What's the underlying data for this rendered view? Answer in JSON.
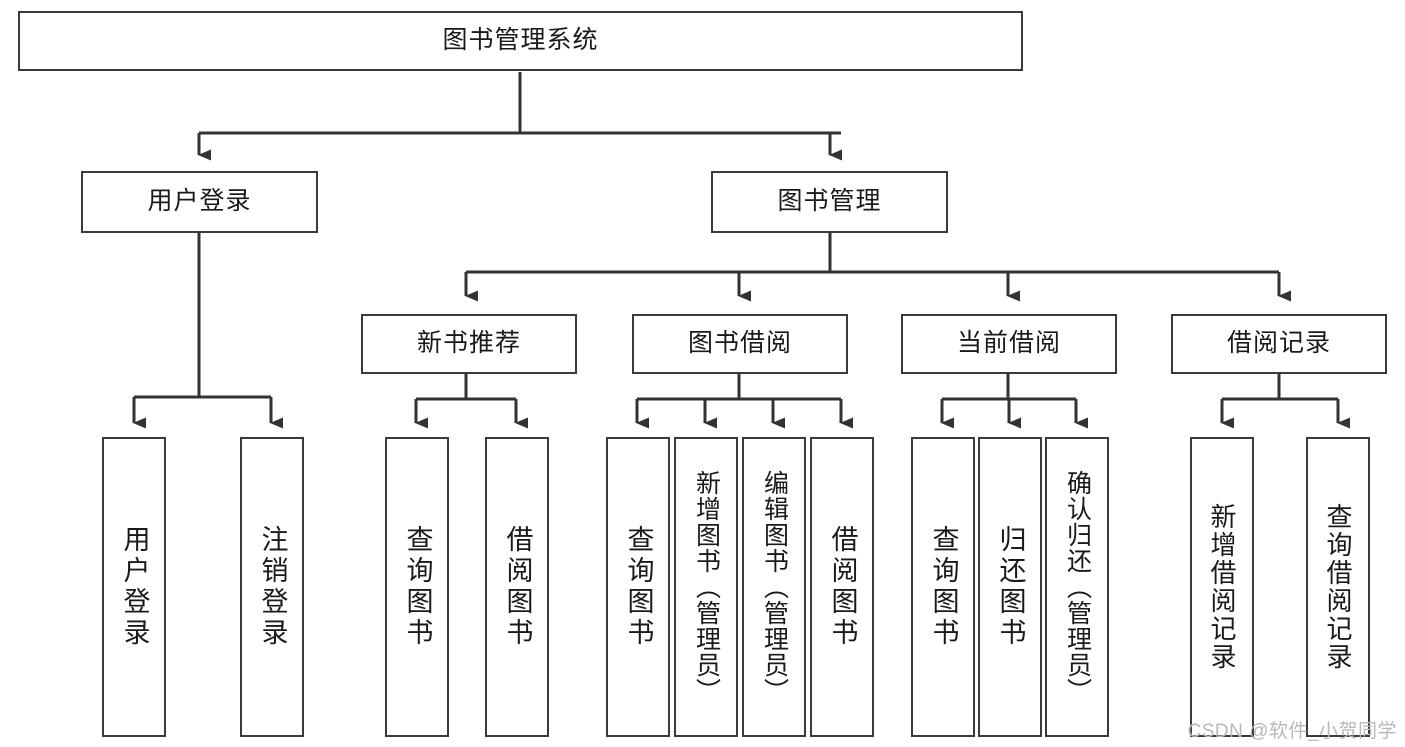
{
  "diagram": {
    "title": "图书管理系统",
    "type": "hierarchy-tree",
    "watermark": "CSDN @软件_小贺同学",
    "colors": {
      "box_border": "#3a3a3a",
      "box_fill": "#ffffff",
      "edge": "#333333",
      "text": "#1a1a1a",
      "watermark": "#b8b8b8"
    },
    "root": {
      "label": "图书管理系统"
    },
    "level2": [
      {
        "label": "用户登录"
      },
      {
        "label": "图书管理"
      }
    ],
    "level3": [
      {
        "label": "新书推荐"
      },
      {
        "label": "图书借阅"
      },
      {
        "label": "当前借阅"
      },
      {
        "label": "借阅记录"
      }
    ],
    "leaves": {
      "user_login": [
        {
          "label": "用户登录"
        },
        {
          "label": "注销登录"
        }
      ],
      "new_book_recommend": [
        {
          "label": "查询图书"
        },
        {
          "label": "借阅图书"
        }
      ],
      "book_borrow": [
        {
          "label": "查询图书"
        },
        {
          "label": "新增图书（管理员）"
        },
        {
          "label": "编辑图书（管理员）"
        },
        {
          "label": "借阅图书"
        }
      ],
      "current_borrow": [
        {
          "label": "查询图书"
        },
        {
          "label": "归还图书"
        },
        {
          "label": "确认归还（管理员）"
        }
      ],
      "borrow_record": [
        {
          "label": "新增借阅记录"
        },
        {
          "label": "查询借阅记录"
        }
      ]
    }
  }
}
